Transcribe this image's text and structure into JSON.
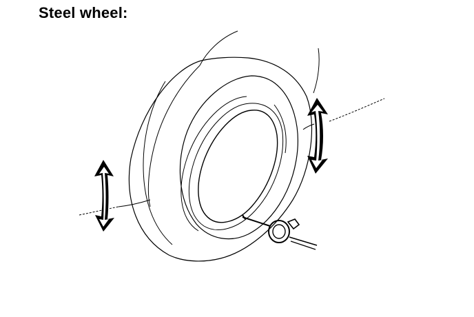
{
  "heading": {
    "text": "Steel wheel:"
  },
  "illustration": {
    "subject": "steel-wheel-runout-check",
    "icons": [
      "tire",
      "wheel-rim",
      "dial-indicator",
      "double-arrow-left",
      "double-arrow-right"
    ],
    "colors": {
      "line": "#000000",
      "background": "#ffffff"
    }
  }
}
